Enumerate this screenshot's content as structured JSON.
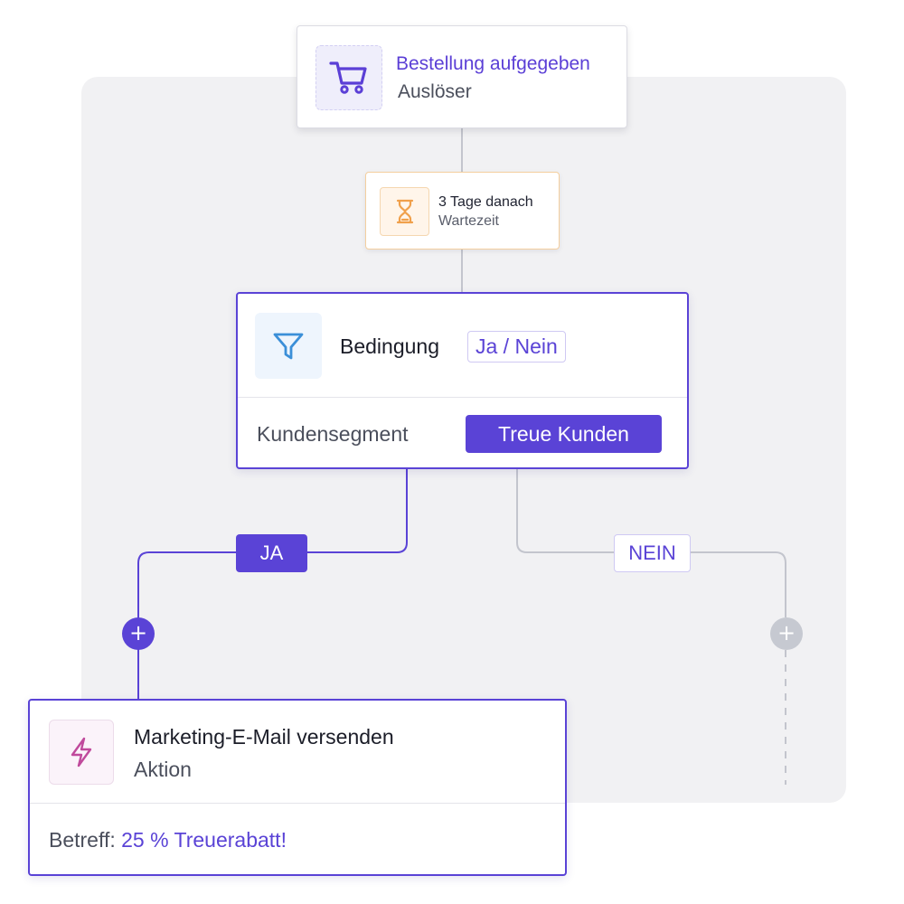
{
  "trigger": {
    "title": "Bestellung aufgegeben",
    "subtitle": "Auslöser",
    "icon": "shopping-cart-icon"
  },
  "wait": {
    "title": "3 Tage danach",
    "subtitle": "Wartezeit",
    "icon": "hourglass-icon"
  },
  "condition": {
    "title": "Bedingung",
    "tag": "Ja / Nein",
    "icon": "filter-icon",
    "field_label": "Kundensegment",
    "field_value": "Treue Kunden"
  },
  "branches": {
    "yes_label": "JA",
    "no_label": "NEIN",
    "add_symbol": "+"
  },
  "action": {
    "title": "Marketing-E-Mail versenden",
    "subtitle": "Aktion",
    "icon": "lightning-icon",
    "detail_label": "Betreff:",
    "detail_value": "25 % Treuerabatt!"
  },
  "colors": {
    "accent": "#5a43d6",
    "wait_accent": "#f0a04b",
    "filter_accent": "#3b8fd8",
    "action_accent": "#c04a9c",
    "inactive": "#c6c9d1",
    "panel_background": "#f1f1f3"
  }
}
